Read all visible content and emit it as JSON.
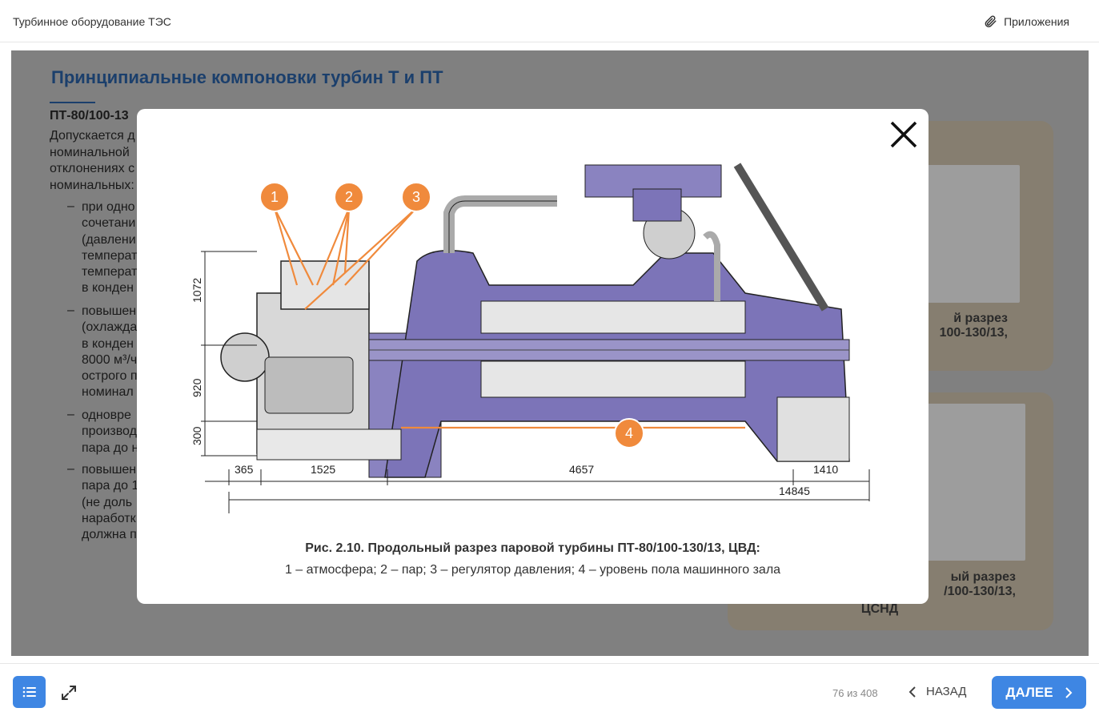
{
  "header": {
    "course_title": "Турбинное оборудование ТЭС",
    "attachments_label": "Приложения"
  },
  "slide": {
    "title": "Принципиальные компоновки турбин Т и ПТ",
    "subhead": "ПТ-80/100-13",
    "intro_lines": [
      "Допускается д",
      "номинальной",
      "отклонениях с",
      "номинальных:"
    ],
    "bullets": [
      [
        "при одно",
        "сочетани",
        "(давлени",
        "температ",
        "температ",
        "в конден"
      ],
      [
        "повышен",
        "(охлажда",
        "в конден",
        "8000 м³/ч",
        "острого п",
        "номинал"
      ],
      [
        "одновре",
        "производ",
        "пара до н"
      ],
      [
        "повышен",
        "пара до 1",
        "(не доль",
        "наработк",
        "должна п"
      ]
    ],
    "card1_caption": [
      "й разрез",
      "100-130/13,"
    ],
    "card2_caption": [
      "ый разрез",
      "/100-130/13,",
      "ЦСНД"
    ]
  },
  "modal": {
    "caption_title": "Рис. 2.10. Продольный разрез паровой турбины ПТ-80/100-130/13, ЦВД:",
    "caption_legend": "1 – атмосфера; 2 – пар; 3 – регулятор давления; 4 – уровень пола машинного зала",
    "markers": [
      "1",
      "2",
      "3",
      "4"
    ],
    "dimensions": {
      "h1": "1072",
      "h2": "920",
      "h3": "300",
      "w1": "365",
      "w2": "1525",
      "w3": "4657",
      "w4": "1410",
      "total": "14845"
    }
  },
  "footer": {
    "page_counter": "76 из 408",
    "back_label": "НАЗАД",
    "next_label": "ДАЛЕЕ"
  },
  "colors": {
    "accent": "#3e86e3",
    "title_blue": "#1b3f6c",
    "marker_orange": "#f08a3c",
    "steel_purple": "#6b62a8"
  }
}
